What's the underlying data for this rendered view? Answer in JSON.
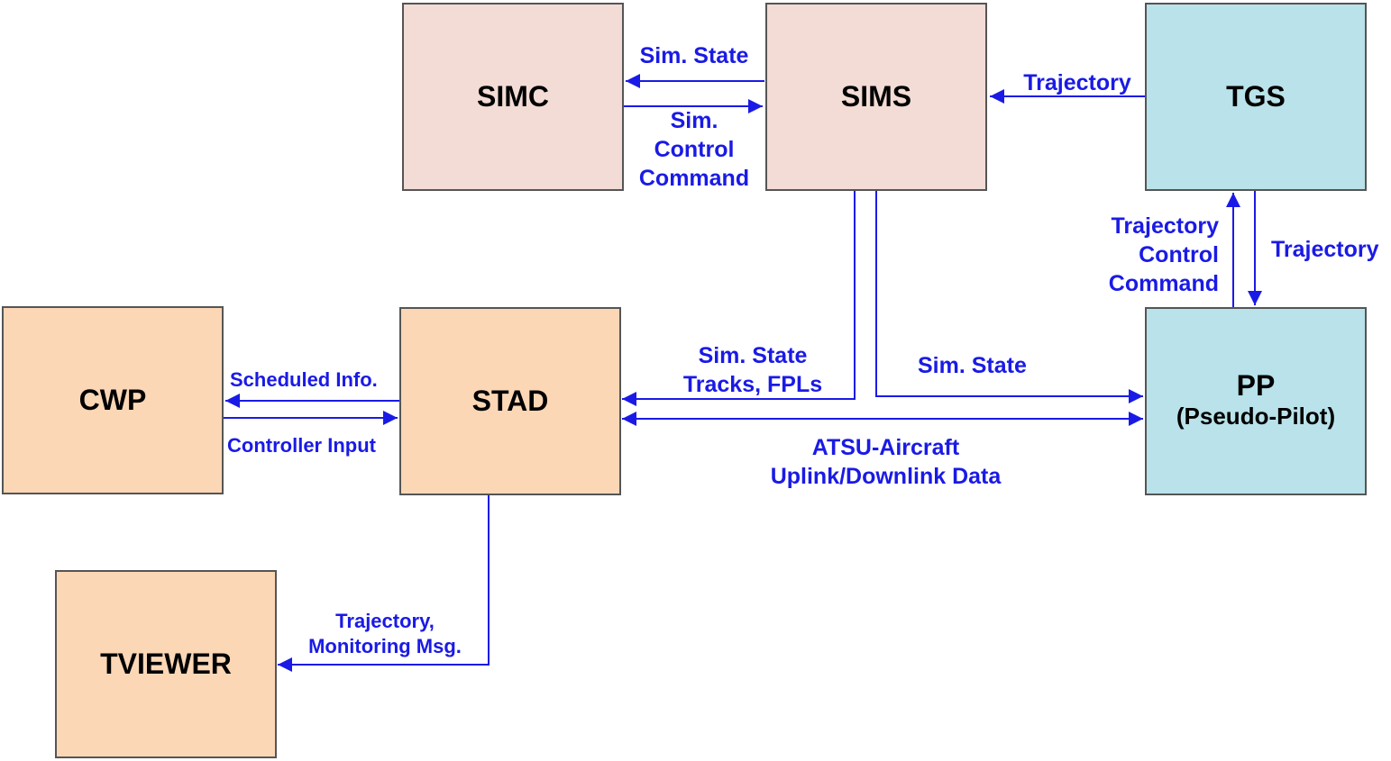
{
  "colors": {
    "arrow": "#1a1ae6",
    "pink_box": "#f3dcd6",
    "orange_box": "#fbd7b6",
    "blue_box": "#b9e2ea",
    "border": "#555555"
  },
  "boxes": {
    "simc": {
      "label": "SIMC"
    },
    "sims": {
      "label": "SIMS"
    },
    "tgs": {
      "label": "TGS"
    },
    "cwp": {
      "label": "CWP"
    },
    "stad": {
      "label": "STAD"
    },
    "pp": {
      "label": "PP",
      "sublabel": "(Pseudo-Pilot)"
    },
    "tviewer": {
      "label": "TVIEWER"
    }
  },
  "labels": {
    "sims_to_simc": "Sim. State",
    "simc_to_sims": [
      "Sim.",
      "Control",
      "Command"
    ],
    "tgs_to_sims": "Trajectory",
    "pp_to_tgs": [
      "Trajectory",
      "Control",
      "Command"
    ],
    "tgs_to_pp": "Trajectory",
    "sims_to_stad": [
      "Sim. State",
      "Tracks, FPLs"
    ],
    "sims_to_pp": "Sim. State",
    "stad_pp_link": [
      "ATSU-Aircraft",
      "Uplink/Downlink Data"
    ],
    "stad_to_cwp": "Scheduled Info.",
    "cwp_to_stad": "Controller Input",
    "stad_to_tviewer": [
      "Trajectory,",
      "Monitoring Msg."
    ]
  }
}
